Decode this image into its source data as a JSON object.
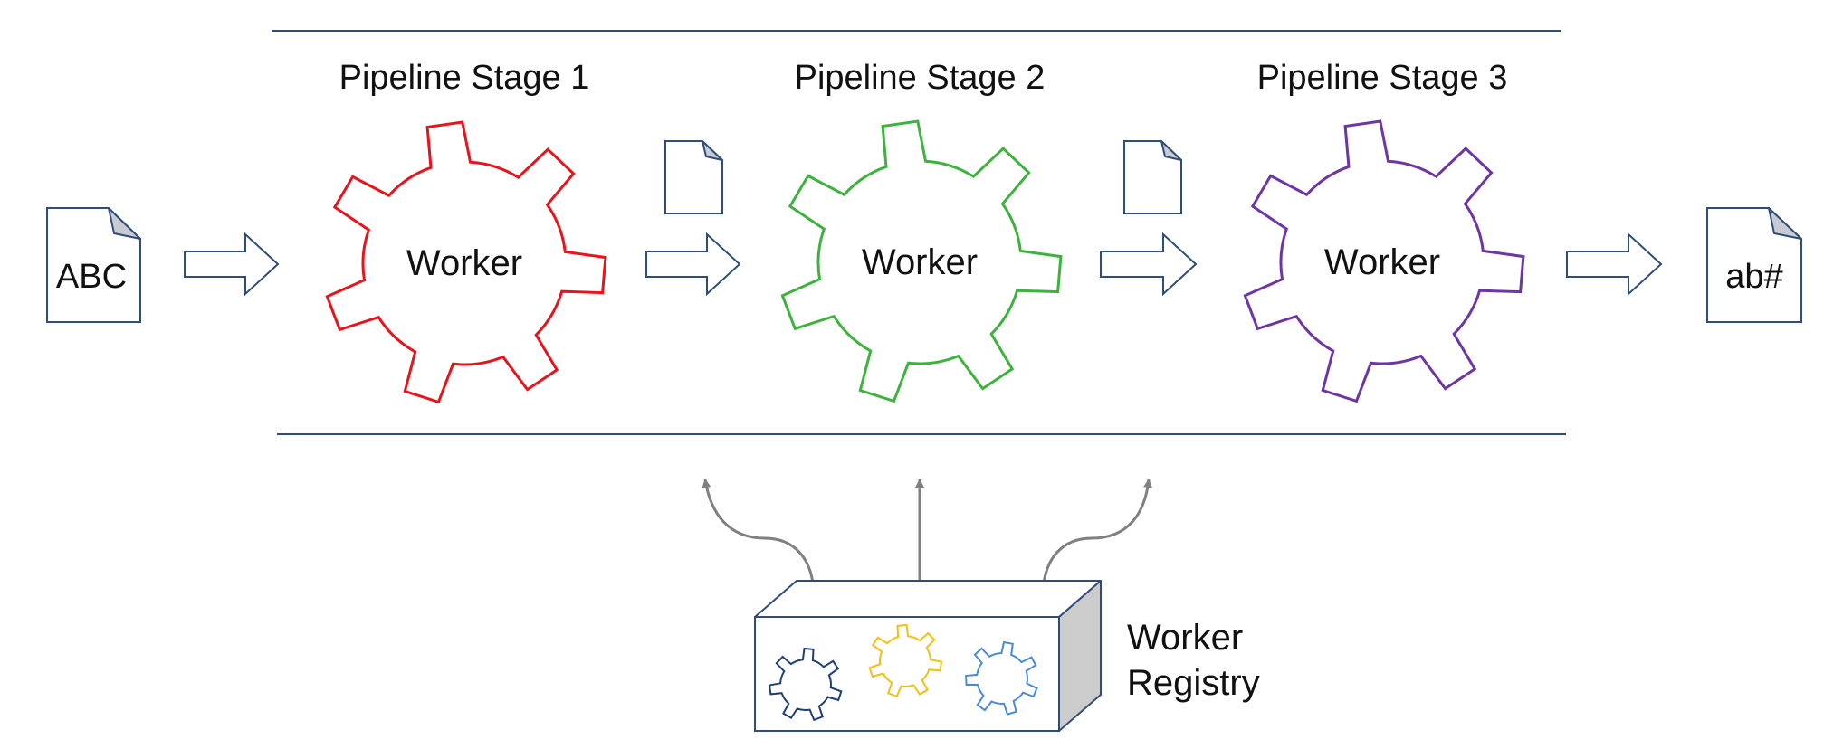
{
  "stages": [
    {
      "title": "Pipeline Stage 1",
      "worker_label": "Worker",
      "color": "#e8141c"
    },
    {
      "title": "Pipeline Stage 2",
      "worker_label": "Worker",
      "color": "#3db33d"
    },
    {
      "title": "Pipeline Stage 3",
      "worker_label": "Worker",
      "color": "#6e35a5"
    }
  ],
  "input_document": {
    "label": "ABC"
  },
  "output_document": {
    "label": "ab#"
  },
  "registry": {
    "label_line1": "Worker",
    "label_line2": "Registry",
    "gear_colors": [
      "#1f3f73",
      "#f2c010",
      "#4a8ad8"
    ]
  },
  "colors": {
    "divider": "#2e4d7b",
    "document_stroke": "#2e4d7b",
    "arrow_stroke": "#2e4d7b",
    "registry_arrow": "#808080",
    "box_side": "#cccccc"
  }
}
